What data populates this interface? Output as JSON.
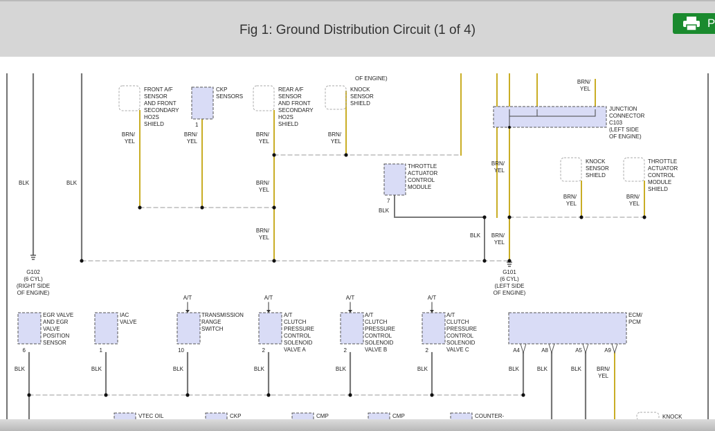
{
  "header": {
    "title": "Fig 1: Ground Distribution Circuit (1 of 4)",
    "print_label": "P"
  },
  "colors": {
    "wire_yel": "#c9ad24",
    "component_fill": "#d9dcf6",
    "header_bg": "#d6d6d6",
    "print_bg": "#1a8a2e"
  },
  "icons": {
    "print": "printer-icon"
  },
  "diagram": {
    "of_engine": "OF ENGINE)",
    "wire": {
      "brn": "BRN/",
      "yel": "YEL",
      "blk": "BLK"
    },
    "comp": {
      "front_af": [
        "FRONT A/F",
        "SENSOR",
        "AND FRONT",
        "SECONDARY",
        "HO2S",
        "SHIELD"
      ],
      "ckp": [
        "CKP",
        "SENSORS"
      ],
      "rear_af": [
        "REAR A/F",
        "SENSOR",
        "AND FRONT",
        "SECONDARY",
        "HO2S",
        "SHIELD"
      ],
      "knock1": [
        "KNOCK",
        "SENSOR",
        "SHIELD"
      ],
      "throttle1": [
        "THROTTLE",
        "ACTUATOR",
        "CONTROL",
        "MODULE"
      ],
      "jc": [
        "JUNCTION",
        "CONNECTOR",
        "C103",
        "(LEFT SIDE",
        "OF ENGINE)"
      ],
      "knock2": [
        "KNOCK",
        "SENSOR",
        "SHIELD"
      ],
      "throttle2": [
        "THROTTLE",
        "ACTUATOR",
        "CONTROL",
        "MODULE",
        "SHIELD"
      ],
      "egr": [
        "EGR VALVE",
        "AND EGR",
        "VALVE",
        "POSITION",
        "SENSOR"
      ],
      "iac": [
        "IAC",
        "VALVE"
      ],
      "trs": [
        "TRANSMISSION",
        "RANGE",
        "SWITCH"
      ],
      "ata": [
        "A/T",
        "CLUTCH",
        "PRESSURE",
        "CONTROL",
        "SOLENOID",
        "VALVE A"
      ],
      "atb": [
        "A/T",
        "CLUTCH",
        "PRESSURE",
        "CONTROL",
        "SOLENOID",
        "VALVE B"
      ],
      "atc": [
        "A/T",
        "CLUTCH",
        "PRESSURE",
        "CONTROL",
        "SOLENOID",
        "VALVE C"
      ],
      "ecm": [
        "ECM/",
        "PCM"
      ]
    },
    "grounds": {
      "g102": [
        "G102",
        "(6 CYL)",
        "(RIGHT SIDE",
        "OF ENGINE)"
      ],
      "g101": [
        "G101",
        "(6 CYL)",
        "(LEFT SIDE",
        "OF ENGINE)"
      ]
    },
    "at_label": "A/T",
    "pins": {
      "p1": "1",
      "p7": "7",
      "p6": "6",
      "p10": "10",
      "p2": "2",
      "a4": "A4",
      "a8": "A8",
      "a5": "A5",
      "a9": "A9"
    },
    "bottom": {
      "vtec": "VTEC OIL",
      "ckp": "CKP",
      "cmp": "CMP",
      "counter": "COUNTER-",
      "knock": "KNOCK"
    }
  }
}
